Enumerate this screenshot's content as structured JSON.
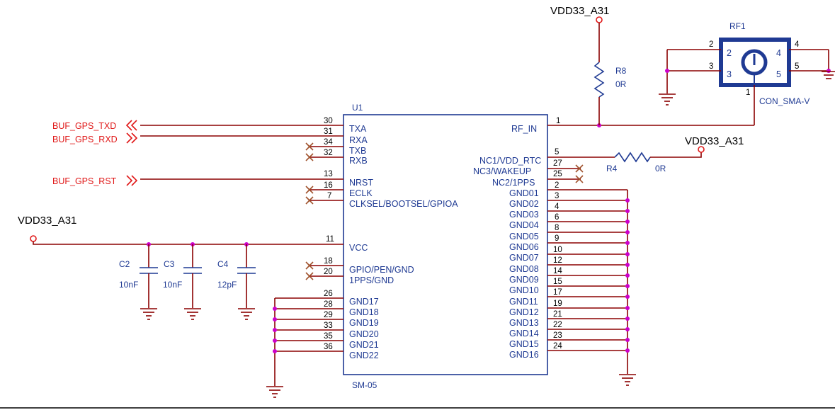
{
  "u1": {
    "ref": "U1",
    "part": "SM-05",
    "left_pins": [
      {
        "num": "30",
        "name": "TXA"
      },
      {
        "num": "31",
        "name": "RXA"
      },
      {
        "num": "34",
        "name": "TXB"
      },
      {
        "num": "32",
        "name": "RXB"
      },
      {
        "num": "13",
        "name": "NRST"
      },
      {
        "num": "16",
        "name": "ECLK"
      },
      {
        "num": "7",
        "name": "CLKSEL/BOOTSEL/GPIOA"
      },
      {
        "num": "11",
        "name": "VCC"
      },
      {
        "num": "18",
        "name": "GPIO/PEN/GND"
      },
      {
        "num": "20",
        "name": "1PPS/GND"
      },
      {
        "num": "26",
        "name": ""
      },
      {
        "num": "28",
        "name": "GND17"
      },
      {
        "num": "29",
        "name": "GND18"
      },
      {
        "num": "33",
        "name": "GND19"
      },
      {
        "num": "35",
        "name": "GND20"
      },
      {
        "num": "36",
        "name": "GND21"
      },
      {
        "num": "",
        "name": "GND22"
      }
    ],
    "right_pins": [
      {
        "num": "1",
        "name": "RF_IN"
      },
      {
        "num": "5",
        "name": "NC1/VDD_RTC"
      },
      {
        "num": "27",
        "name": "NC3/WAKEUP"
      },
      {
        "num": "25",
        "name": "NC2/1PPS"
      },
      {
        "num": "2",
        "name": ""
      },
      {
        "num": "3",
        "name": "GND01"
      },
      {
        "num": "4",
        "name": "GND02"
      },
      {
        "num": "6",
        "name": "GND03"
      },
      {
        "num": "8",
        "name": "GND04"
      },
      {
        "num": "9",
        "name": "GND05"
      },
      {
        "num": "10",
        "name": "GND06"
      },
      {
        "num": "12",
        "name": "GND07"
      },
      {
        "num": "14",
        "name": "GND08"
      },
      {
        "num": "15",
        "name": "GND09"
      },
      {
        "num": "17",
        "name": "GND10"
      },
      {
        "num": "19",
        "name": "GND11"
      },
      {
        "num": "21",
        "name": "GND12"
      },
      {
        "num": "22",
        "name": "GND13"
      },
      {
        "num": "23",
        "name": "GND14"
      },
      {
        "num": "24",
        "name": "GND15"
      },
      {
        "num": "",
        "name": "GND16"
      }
    ]
  },
  "nets": {
    "txd": "BUF_GPS_TXD",
    "rxd": "BUF_GPS_RXD",
    "rst": "BUF_GPS_RST",
    "vdd_top": "VDD33_A31",
    "vdd_right": "VDD33_A31",
    "vdd_left": "VDD33_A31"
  },
  "r8": {
    "ref": "R8",
    "value": "0R"
  },
  "r4": {
    "ref": "R4",
    "value": "0R"
  },
  "c2": {
    "ref": "C2",
    "value": "10nF"
  },
  "c3": {
    "ref": "C3",
    "value": "10nF"
  },
  "c4": {
    "ref": "C4",
    "value": "12pF"
  },
  "rf1": {
    "ref": "RF1",
    "part": "CON_SMA-V",
    "pins": {
      "p1": "1",
      "p2": "2",
      "p3": "3",
      "p4": "4",
      "p5": "5"
    }
  },
  "colors": {
    "wire": "#8b0000",
    "symbol": "#1f3a93",
    "junction": "#cc00cc",
    "net_label": "#e01818"
  }
}
